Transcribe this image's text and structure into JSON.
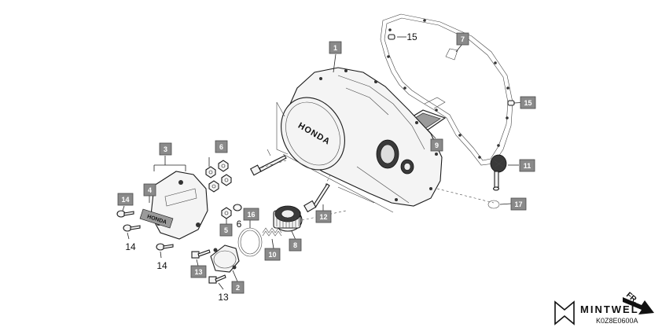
{
  "diagram": {
    "code": "K0Z8E0600A",
    "parts": [
      {
        "id": "p1",
        "label": "1"
      },
      {
        "id": "p2",
        "label": "2"
      },
      {
        "id": "p3",
        "label": "3"
      },
      {
        "id": "p4",
        "label": "4"
      },
      {
        "id": "p5",
        "label": "5"
      },
      {
        "id": "p6",
        "label": "6"
      },
      {
        "id": "p7",
        "label": "7"
      },
      {
        "id": "p8",
        "label": "8"
      },
      {
        "id": "p9",
        "label": "9"
      },
      {
        "id": "p10",
        "label": "10"
      },
      {
        "id": "p11",
        "label": "11"
      },
      {
        "id": "p12",
        "label": "12"
      },
      {
        "id": "p13",
        "label": "13"
      },
      {
        "id": "p14",
        "label": "14"
      },
      {
        "id": "p15",
        "label": "15"
      },
      {
        "id": "p16",
        "label": "16"
      },
      {
        "id": "p17",
        "label": "17"
      }
    ],
    "cover_lettering": "HONDA",
    "plate_lettering": "HONDA"
  },
  "logo": {
    "brand": "MINTWEL",
    "direction": "FR."
  },
  "colors": {
    "label_box": "#8a8a8a",
    "label_text": "#ffffff",
    "line": "#222222"
  }
}
